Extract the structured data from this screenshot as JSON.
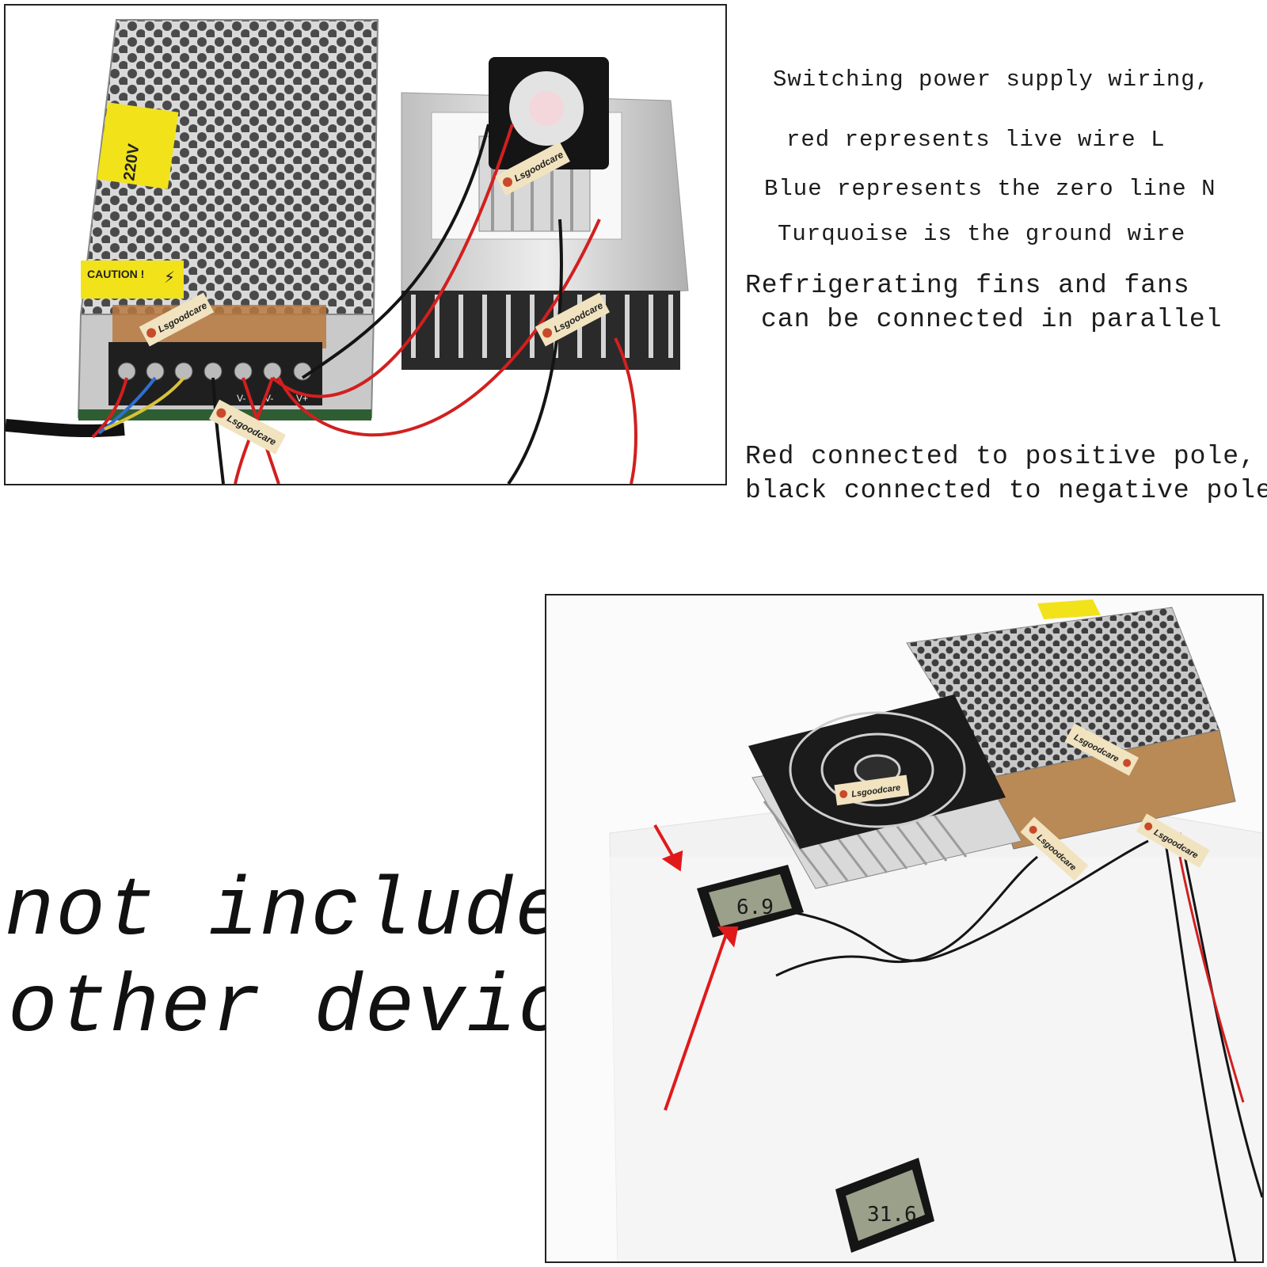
{
  "captions": {
    "wiring": "Switching power supply wiring,",
    "live": "red represents live wire L",
    "neutral": "Blue represents the zero line N",
    "ground": "Turquoise is the ground wire",
    "parallel_line1": "Refrigerating fins and fans",
    "parallel_line2": "can be connected in parallel",
    "polarity_line1": "Red connected to positive pole,",
    "polarity_line2": "black connected to negative pole"
  },
  "notice": {
    "line1": "not include",
    "line2": "other device"
  },
  "photo_top": {
    "caution_label": "CAUTION !",
    "voltage_label": "220V",
    "terminal_labels": [
      "V-",
      "V-",
      "V+"
    ],
    "tag_text": "Lsgoodcare"
  },
  "photo_bottom": {
    "thermometer_upper": "6.9",
    "thermometer_lower": "31.6",
    "tag_text": "Lsgoodcare"
  },
  "colors": {
    "wire_red": "#d21f1f",
    "wire_black": "#141414",
    "wire_blue": "#2f6fd0",
    "wire_yellow": "#d8c23a",
    "label_yellow": "#f2e21a",
    "tag": "#f1e3bf"
  }
}
